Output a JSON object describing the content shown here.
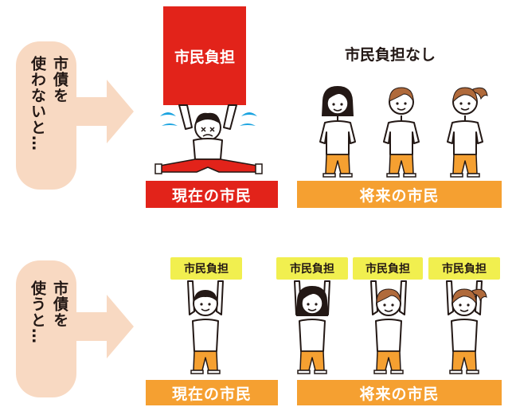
{
  "top": {
    "condition_line1": "市債を",
    "condition_line2": "使わないと…",
    "burden_box_label": "市民負担",
    "no_burden_label": "市民負担なし",
    "current_bar": "現在の市民",
    "future_bar": "将来の市民"
  },
  "bottom": {
    "condition_line1": "市債を",
    "condition_line2": "使うと…",
    "tags": [
      "市民負担",
      "市民負担",
      "市民負担",
      "市民負担"
    ],
    "current_bar": "現在の市民",
    "future_bar": "将来の市民"
  },
  "colors": {
    "pill": "#f8d9c2",
    "red": "#e2231a",
    "orange": "#f5a031",
    "yellow": "#f1ef4f",
    "blue": "#1aa3e0"
  }
}
